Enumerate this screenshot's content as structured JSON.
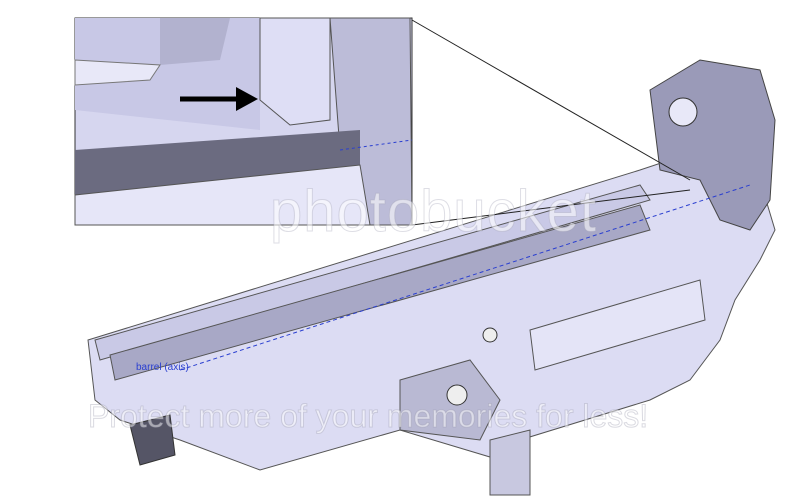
{
  "annotation": {
    "axis_label": "barrel (axis)"
  },
  "watermark": {
    "brand": "photobucket",
    "tagline": "Protect more of your memories for less!"
  },
  "colors": {
    "part_fill": "#d9d9f2",
    "part_shadow": "#6b6b80",
    "axis_line": "#2a3fd0",
    "arrow": "#000000"
  }
}
